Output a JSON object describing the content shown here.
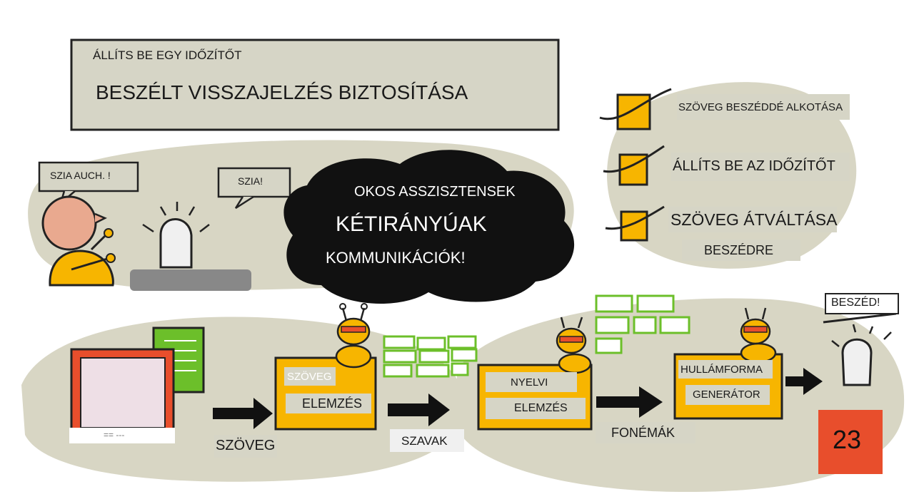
{
  "header": {
    "subtitle": "ÁLLÍTS BE EGY IDŐZÍTŐT",
    "title": "BESZÉLT VISSZAJELZÉS BIZTOSÍTÁSA"
  },
  "conversation": {
    "human_bubble": "SZIA AUCH. !",
    "device_bubble": "SZIA!"
  },
  "cloud": {
    "line1": "OKOS ASSZISZTENSEK",
    "line2": "KÉTIRÁNYÚAK",
    "line3": "KOMMUNIKÁCIÓK!"
  },
  "checklist": {
    "items": [
      "SZÖVEG BESZÉDDÉ ALKOTÁSA",
      "ÁLLÍTS BE AZ IDŐZÍTŐT",
      "SZÖVEG ÁTVÁLTÁSA",
      "BESZÉDRE"
    ]
  },
  "pipeline": {
    "screen_caption": "== ---",
    "arrow1_label": "SZÖVEG",
    "box1_line1": "SZÖVEG",
    "box1_line2": "ELEMZÉS",
    "arrow2_label": "SZAVAK",
    "box2_line1": "NYELVI",
    "box2_line2": "ELEMZÉS",
    "arrow3_label": "FONÉMÁK",
    "box3_line1": "HULLÁMFORMA",
    "box3_line2": "GENERÁTOR",
    "speech_bubble": "BESZÉD!"
  },
  "badge": {
    "number": "23",
    "color": "#e84e2c"
  },
  "colors": {
    "accent_yellow": "#f7b500",
    "green": "#6cbf2a",
    "blob": "#d8d6c4",
    "salmon": "#e9a98f"
  }
}
